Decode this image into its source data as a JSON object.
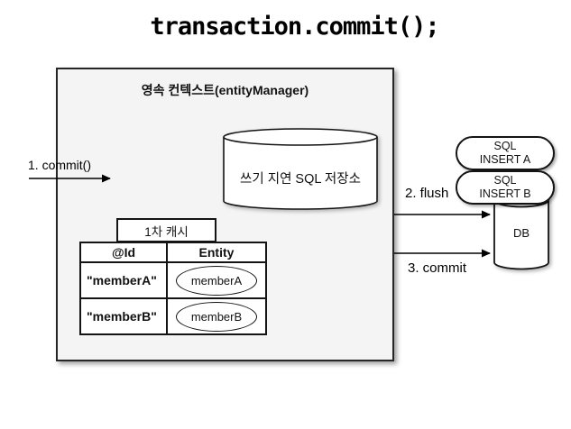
{
  "title": "transaction.commit();",
  "persistence_context": {
    "label": "영속 컨텍스트(entityManager)",
    "sql_store_label": "쓰기 지연 SQL 저장소",
    "first_level_cache": {
      "tab_label": "1차 캐시",
      "columns": [
        "@Id",
        "Entity"
      ],
      "rows": [
        {
          "id": "\"memberA\"",
          "entity": "memberA"
        },
        {
          "id": "\"memberB\"",
          "entity": "memberB"
        }
      ]
    }
  },
  "arrows": {
    "commit_in": "1. commit()",
    "flush": "2. flush",
    "commit_db": "3. commit"
  },
  "sql_queue": [
    {
      "line1": "SQL",
      "line2": "INSERT A"
    },
    {
      "line1": "SQL",
      "line2": "INSERT B"
    }
  ],
  "database": {
    "label": "DB"
  },
  "colors": {
    "context_fill": "#f4f4f4",
    "border": "#262626",
    "shape_fill": "#ffffff"
  }
}
